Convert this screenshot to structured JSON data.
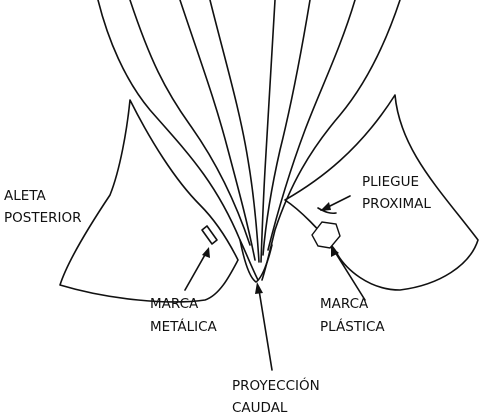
{
  "labels": {
    "aleta_posterior": [
      "ALETA",
      "POSTERIOR"
    ],
    "pliegue_proximal": [
      "PLIEGUE",
      "PROXIMAL"
    ],
    "marca_metalica": [
      "MARCA",
      "METÁLICA"
    ],
    "marca_plastica": [
      "MARCA",
      "PLÁSTICA"
    ],
    "proyeccion_caudal": [
      "PROYECCIÓN",
      "CAUDAL"
    ]
  }
}
